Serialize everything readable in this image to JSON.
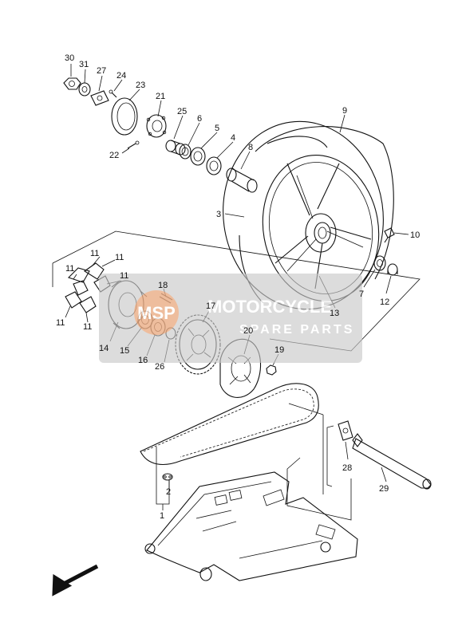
{
  "callouts": [
    {
      "id": "c30",
      "text": "30"
    },
    {
      "id": "c31",
      "text": "31"
    },
    {
      "id": "c27",
      "text": "27"
    },
    {
      "id": "c24",
      "text": "24"
    },
    {
      "id": "c23",
      "text": "23"
    },
    {
      "id": "c21",
      "text": "21"
    },
    {
      "id": "c22",
      "text": "22"
    },
    {
      "id": "c25",
      "text": "25"
    },
    {
      "id": "c6",
      "text": "6"
    },
    {
      "id": "c5",
      "text": "5"
    },
    {
      "id": "c4",
      "text": "4"
    },
    {
      "id": "c8",
      "text": "8"
    },
    {
      "id": "c9",
      "text": "9"
    },
    {
      "id": "c3",
      "text": "3"
    },
    {
      "id": "c10",
      "text": "10"
    },
    {
      "id": "c7",
      "text": "7"
    },
    {
      "id": "c12",
      "text": "12"
    },
    {
      "id": "c13",
      "text": "13"
    },
    {
      "id": "c11a",
      "text": "11"
    },
    {
      "id": "c11b",
      "text": "11"
    },
    {
      "id": "c11c",
      "text": "11"
    },
    {
      "id": "c11d",
      "text": "11"
    },
    {
      "id": "c11e",
      "text": "11"
    },
    {
      "id": "c11f",
      "text": "11"
    },
    {
      "id": "c18",
      "text": "18"
    },
    {
      "id": "c17",
      "text": "17"
    },
    {
      "id": "c14",
      "text": "14"
    },
    {
      "id": "c15",
      "text": "15"
    },
    {
      "id": "c16",
      "text": "16"
    },
    {
      "id": "c26",
      "text": "26"
    },
    {
      "id": "c20",
      "text": "20"
    },
    {
      "id": "c19",
      "text": "19"
    },
    {
      "id": "c28",
      "text": "28"
    },
    {
      "id": "c29",
      "text": "29"
    },
    {
      "id": "c2",
      "text": "2"
    },
    {
      "id": "c1",
      "text": "1"
    }
  ],
  "watermark": {
    "brand": "MOTORCYCLE",
    "subtitle": "SPARE PARTS",
    "logo_letters": "MSP",
    "accent_color": "#f0a878",
    "box_color": "#c8c8c8"
  },
  "direction_arrow": {
    "icon": "front-direction-arrow-icon"
  }
}
